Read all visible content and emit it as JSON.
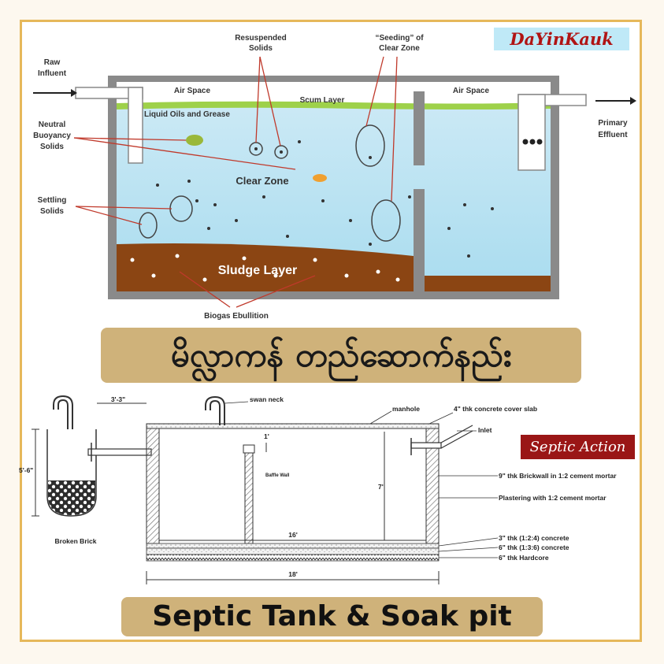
{
  "brand": "DaYinKauk",
  "title_myanmar": "မိလ္လာကန် တည်ဆောက်နည်း",
  "title_english": "Septic Tank & Soak pit",
  "septic_action": "Septic Action",
  "top_diagram": {
    "raw_influent": [
      "Raw",
      "Influent"
    ],
    "resuspended_solids": [
      "Resuspended",
      "Solids"
    ],
    "seeding": [
      "“Seeding” of",
      "Clear Zone"
    ],
    "air_space_left": "Air Space",
    "air_space_right": "Air Space",
    "scum_layer": "Scum Layer",
    "liquid_oils": "Liquid Oils and Grease",
    "neutral_buoyancy": [
      "Neutral",
      "Buoyancy",
      "Solids"
    ],
    "clear_zone": "Clear Zone",
    "settling_solids": [
      "Settling",
      "Solids"
    ],
    "sludge_layer": "Sludge Layer",
    "biogas": "Biogas Ebullition",
    "primary_effluent": [
      "Primary",
      "Effluent"
    ]
  },
  "bottom_diagram": {
    "dim_33": "3'-3\"",
    "swan_neck": "swan neck",
    "manhole": "manhole",
    "cover_slab": "4\" thk concrete cover slab",
    "inlet": "Inlet",
    "dim_56": "5'-6\"",
    "dim_1": "1'",
    "baffle_wall": "Baffle Wall",
    "dim_7": "7'",
    "brickwall": "9\" thk Brickwall in 1:2 cement mortar",
    "plastering": "Plastering with 1:2 cement mortar",
    "dim_16": "16'",
    "concrete_124": "3\" thk (1:2:4) concrete",
    "concrete_136": "6\" thk (1:3:6) concrete",
    "hardcore": "6\" thk Hardcore",
    "broken_brick": "Broken Brick",
    "dim_18": "18'"
  }
}
